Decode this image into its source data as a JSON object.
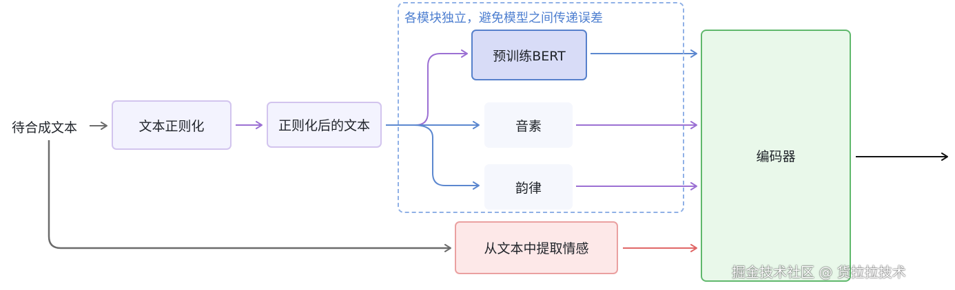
{
  "diagram": {
    "group_label": "各模块独立，避免模型之间传递误差",
    "nodes": {
      "input_text": "待合成文本",
      "normalize": "文本正则化",
      "normalized_text": "正则化后的文本",
      "bert": "预训练BERT",
      "phoneme": "音素",
      "prosody": "韵律",
      "emotion": "从文本中提取情感",
      "encoder": "编码器"
    },
    "edges": [
      {
        "from": "input_text",
        "to": "normalize"
      },
      {
        "from": "normalize",
        "to": "normalized_text"
      },
      {
        "from": "normalized_text",
        "to": "bert"
      },
      {
        "from": "normalized_text",
        "to": "phoneme"
      },
      {
        "from": "normalized_text",
        "to": "prosody"
      },
      {
        "from": "input_text",
        "to": "emotion"
      },
      {
        "from": "bert",
        "to": "encoder"
      },
      {
        "from": "phoneme",
        "to": "encoder"
      },
      {
        "from": "prosody",
        "to": "encoder"
      },
      {
        "from": "emotion",
        "to": "encoder"
      },
      {
        "from": "encoder",
        "to": "output"
      }
    ],
    "colors": {
      "gray_arrow": "#6b6b6b",
      "purple_arrow": "#9b6fd3",
      "blue_arrow": "#5b87cf",
      "red_arrow": "#e06666",
      "black_arrow": "#111111",
      "group_border": "#8fb0e6",
      "encoder_border": "#5fb86c"
    }
  },
  "watermark": "掘金技术社区 @ 货拉拉技术"
}
